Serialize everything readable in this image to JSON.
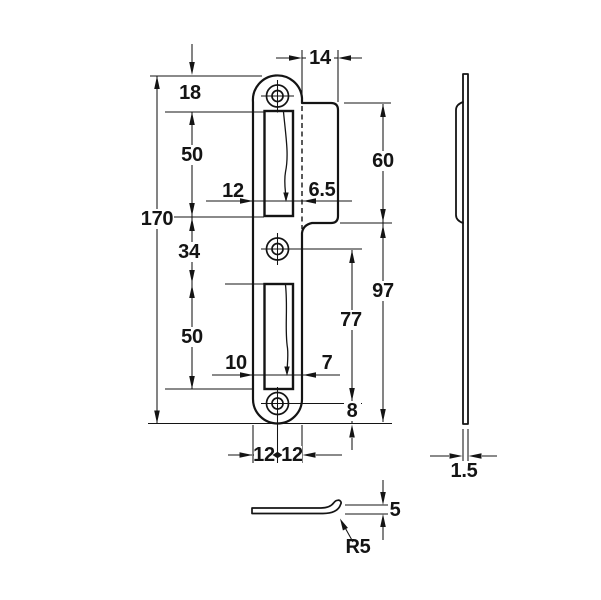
{
  "drawing": {
    "description": "Technical dimension drawing of a strike plate with bent lip: front view, side profile view and bent-lip section view",
    "colors": {
      "line": "#141414",
      "background": "#ffffff"
    },
    "labels": {
      "total_height": "170",
      "top_to_slot1": "18",
      "slot1_height": "50",
      "slot_gap": "34",
      "slot2_height": "50",
      "slot1_from_left": "12",
      "slot1_to_edge": "6.5",
      "slot2_from_left": "10",
      "slot2_to_edge": "7",
      "tab_width": "14",
      "tab_height": "60",
      "tab_to_end": "97",
      "hole_spacing": "77",
      "hole_to_end": "8",
      "width_left_half": "12",
      "width_right_half": "12",
      "thickness": "1.5",
      "lip_rise": "5",
      "bend_radius": "R5"
    }
  }
}
